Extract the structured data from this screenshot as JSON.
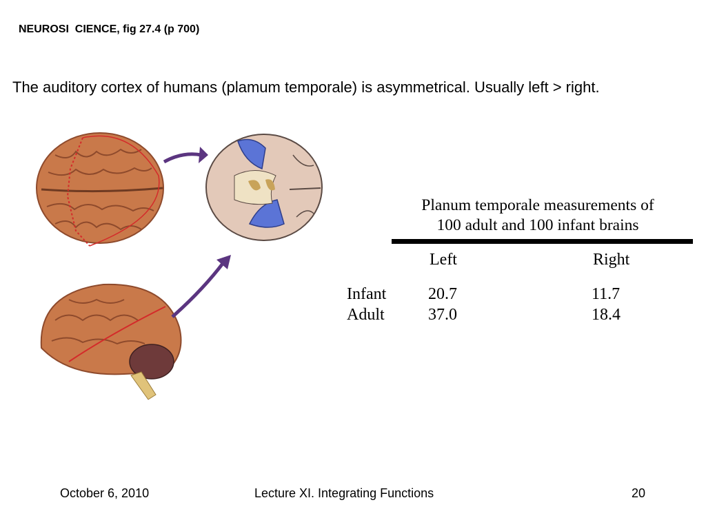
{
  "slide": {
    "reference": "NEUROSI  CIENCE, fig 27.4 (p 700)",
    "headline": "The auditory cortex of humans (plamum temporale) is asymmetrical. Usually left > right."
  },
  "table": {
    "title_line1": "Planum temporale measurements of",
    "title_line2": "100 adult and 100 infant brains",
    "columns": [
      "Left",
      "Right"
    ],
    "rows": [
      {
        "label": "Infant",
        "left": "20.7",
        "right": "11.7"
      },
      {
        "label": "Adult",
        "left": "37.0",
        "right": "18.4"
      }
    ]
  },
  "footer": {
    "date": "October 6, 2010",
    "title": "Lecture XI. Integrating Functions",
    "page": "20"
  },
  "colors": {
    "brain": "#c9794a",
    "brain_dark": "#9c5130",
    "section_tissue": "#e3c9b9",
    "planum_temporale": "#5b74d6",
    "arrow": "#5b3580",
    "cut_line": "#d42a2a"
  }
}
